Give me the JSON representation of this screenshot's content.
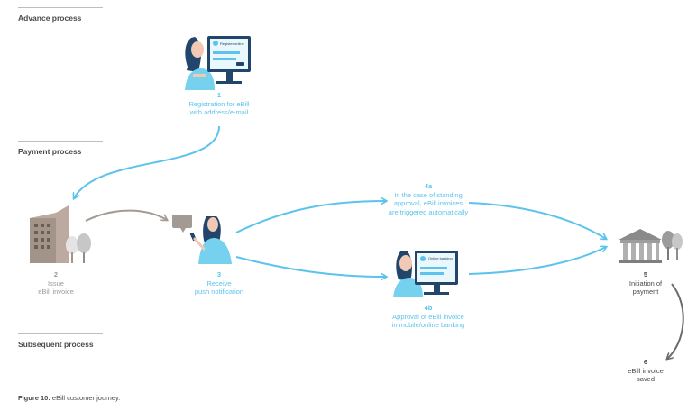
{
  "sections": {
    "advance": "Advance process",
    "payment": "Payment process",
    "subsequent": "Subsequent process"
  },
  "screen_labels": {
    "register": "Register online",
    "banking": "Online banking"
  },
  "steps": [
    {
      "num": "1",
      "lines": [
        "Registration for eBill",
        "with address/e-mail"
      ]
    },
    {
      "num": "2",
      "lines": [
        "Issue",
        "eBill invoice"
      ]
    },
    {
      "num": "3",
      "lines": [
        "Receive",
        "push notification"
      ]
    },
    {
      "num": "4a",
      "lines": [
        "In the case of standing",
        "approval, eBill invoices",
        "are triggered automatically"
      ]
    },
    {
      "num": "4b",
      "lines": [
        "Approval of eBill invoice",
        "in mobile/online banking"
      ]
    },
    {
      "num": "5",
      "lines": [
        "Initiation of",
        "payment"
      ]
    },
    {
      "num": "6",
      "lines": [
        "eBill invoice",
        "saved"
      ]
    }
  ],
  "caption": {
    "label": "Figure 10:",
    "text": " eBill customer journey."
  },
  "colors": {
    "accent": "#5bc3ec",
    "gray": "#a39a93",
    "dark": "#6b6b6b"
  }
}
